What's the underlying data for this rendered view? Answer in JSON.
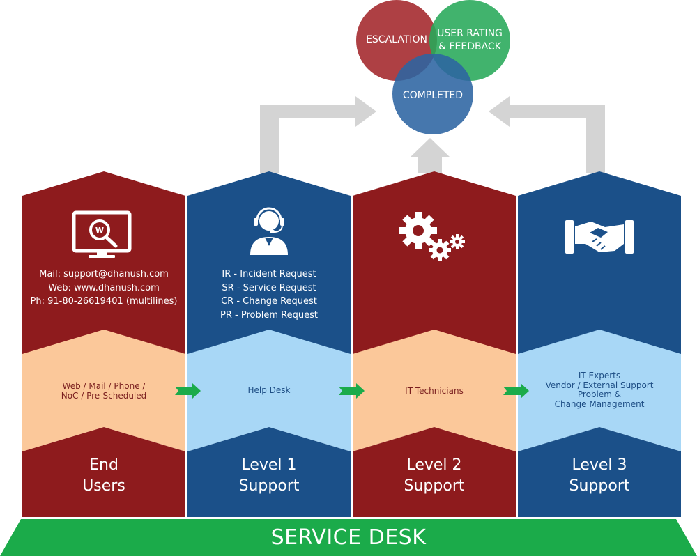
{
  "colors": {
    "red": "#8e1b1d",
    "blue": "#1b5089",
    "peach": "#fbc89a",
    "light_blue": "#a8d7f6",
    "green": "#1bab4a",
    "grey_arrow": "#d4d4d4",
    "circle_red": "#a3262a",
    "circle_green": "#27a859",
    "circle_blue": "#2c64a2"
  },
  "circles": {
    "escalation": "ESCALATION",
    "rating": [
      "USER RATING",
      "& FEEDBACK"
    ],
    "completed": "COMPLETED"
  },
  "columns": [
    {
      "icon": "monitor-search-icon",
      "info": [
        "Mail: support@dhanush.com",
        "Web: www.dhanush.com",
        "Ph: 91-80-26619401 (multilines)"
      ],
      "middle": [
        "Web / Mail / Phone /",
        "NoC / Pre-Scheduled"
      ],
      "level": [
        "End",
        "Users"
      ]
    },
    {
      "icon": "headset-agent-icon",
      "info": [
        "IR - Incident Request",
        "SR - Service Request",
        "CR - Change Request",
        "PR - Problem Request"
      ],
      "middle": [
        "Help Desk"
      ],
      "level": [
        "Level 1",
        "Support"
      ]
    },
    {
      "icon": "gears-icon",
      "info": [],
      "middle": [
        "IT Technicians"
      ],
      "level": [
        "Level 2",
        "Support"
      ]
    },
    {
      "icon": "handshake-icon",
      "info": [],
      "middle": [
        "IT Experts",
        "Vendor / External Support",
        "Problem &",
        "Change Management"
      ],
      "level": [
        "Level 3",
        "Support"
      ]
    }
  ],
  "footer": {
    "title": "SERVICE DESK"
  }
}
